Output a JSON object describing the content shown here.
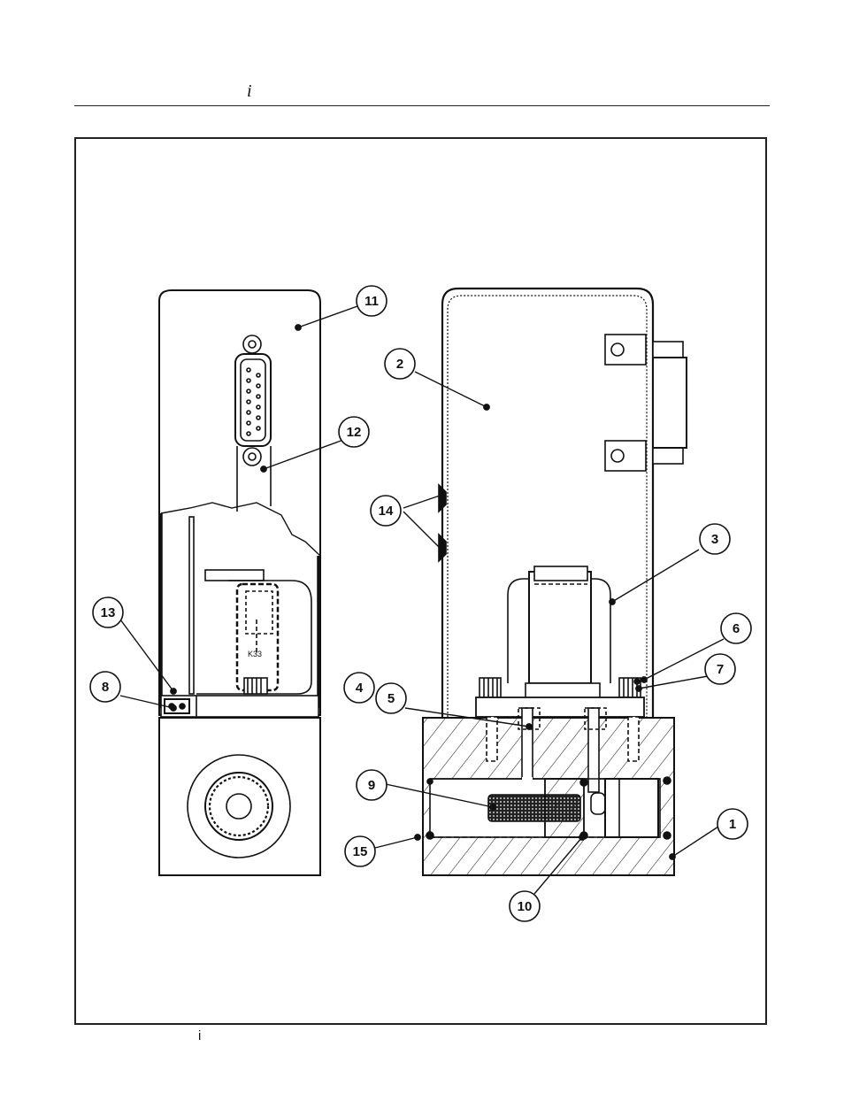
{
  "header": {
    "mark": "i"
  },
  "footer": {
    "mark": "i"
  },
  "callouts": [
    {
      "id": "c1",
      "label": "1"
    },
    {
      "id": "c2",
      "label": "2"
    },
    {
      "id": "c3",
      "label": "3"
    },
    {
      "id": "c4",
      "label": "4"
    },
    {
      "id": "c5",
      "label": "5"
    },
    {
      "id": "c6",
      "label": "6"
    },
    {
      "id": "c7",
      "label": "7"
    },
    {
      "id": "c8",
      "label": "8"
    },
    {
      "id": "c9",
      "label": "9"
    },
    {
      "id": "c10",
      "label": "10"
    },
    {
      "id": "c11",
      "label": "11"
    },
    {
      "id": "c12",
      "label": "12"
    },
    {
      "id": "c13",
      "label": "13"
    },
    {
      "id": "c14",
      "label": "14"
    },
    {
      "id": "c15",
      "label": "15"
    }
  ]
}
